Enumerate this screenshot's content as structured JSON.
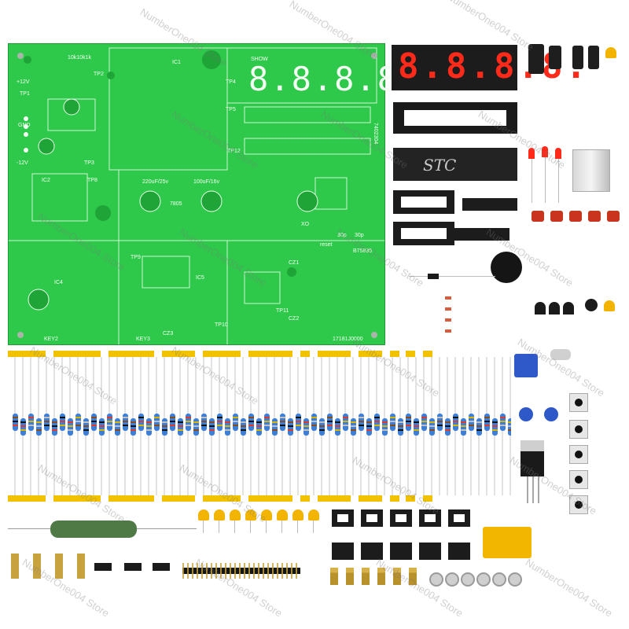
{
  "pcb": {
    "labels": {
      "show": "SHOW",
      "model": "B75835",
      "reset": "reset",
      "chip_top": "7402304",
      "serial": "17181J0000",
      "reg": "7805",
      "cap1": "220uF/25v",
      "cap2": "100uF/16v",
      "vplus": "+12V",
      "vminus": "-12V",
      "gnd": "GND",
      "tp1": "TP1",
      "tp2": "TP2",
      "tp3": "TP3",
      "tp4": "TP4",
      "tp5": "TP5",
      "tp8": "TP8",
      "tp9": "TP9",
      "tp10": "TP10",
      "tp11": "TP11",
      "tp12": "TP12",
      "ic1": "IC1",
      "ic2": "IC2",
      "ic4": "IC4",
      "ic5": "IC5",
      "key2": "KEY2",
      "key3": "KEY3",
      "cz1": "CZ1",
      "cz2": "CZ2",
      "cz3": "CZ3",
      "r10k": "10k10k1k",
      "xo": "XO",
      "p30": "30p",
      "p30b": "30p"
    },
    "display_digits": "8.8.8.8."
  },
  "chip_brand": "STC",
  "display_module_digits": "8.8.8.8.",
  "watermark": "NumberOne004 Store",
  "colors": {
    "pcb": "#2ec94a",
    "tape": "#f2c200",
    "resistor": "#3d7fd6",
    "led_red": "#ff2a1a",
    "ceramic_cap": "#f2b400"
  }
}
